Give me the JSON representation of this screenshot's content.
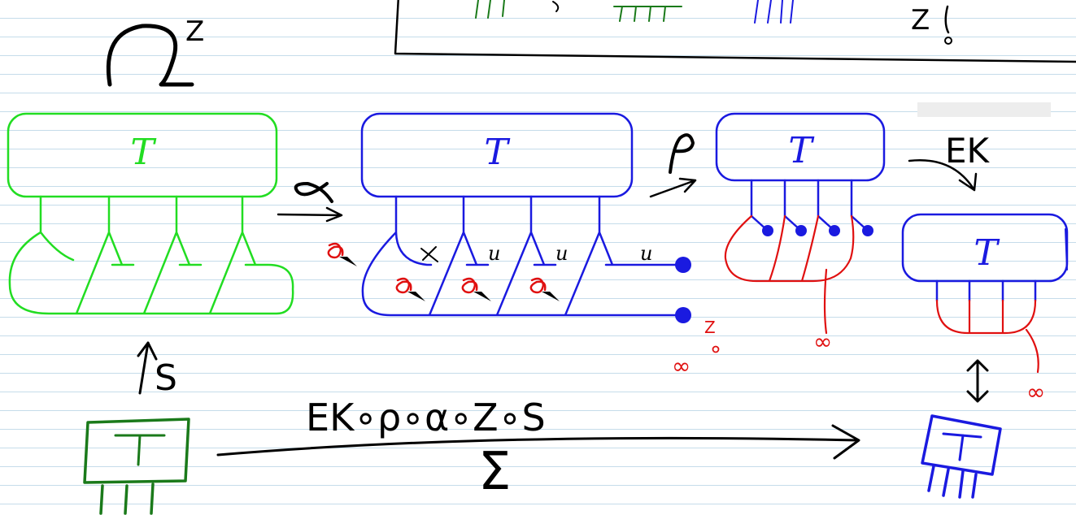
{
  "colors": {
    "green": "#22dd22",
    "dark_green": "#1a7a1a",
    "blue": "#1a1ae0",
    "red": "#e01010",
    "black": "#000000",
    "ruling": "#c5dcea"
  },
  "top_box": {
    "text": "Z"
  },
  "omega_label": {
    "symbol": "Ω",
    "superscript": "Z"
  },
  "arrow_labels": {
    "alpha": "α",
    "rho": "ρ",
    "ek": "EK",
    "s": "S",
    "equiv": "↕"
  },
  "diagrams": {
    "green_T": "T",
    "blue_T": "T",
    "rho_T": "T",
    "ek_T": "T",
    "small_green_T": "T",
    "small_blue_T": "T"
  },
  "u_labels": [
    "u",
    "u",
    "u"
  ],
  "bottom_formula": "EK∘ρ∘α∘Z∘S",
  "sigma": "Σ",
  "infinity_labels": [
    "∞",
    "∞",
    "∞"
  ],
  "z_label": "Z"
}
